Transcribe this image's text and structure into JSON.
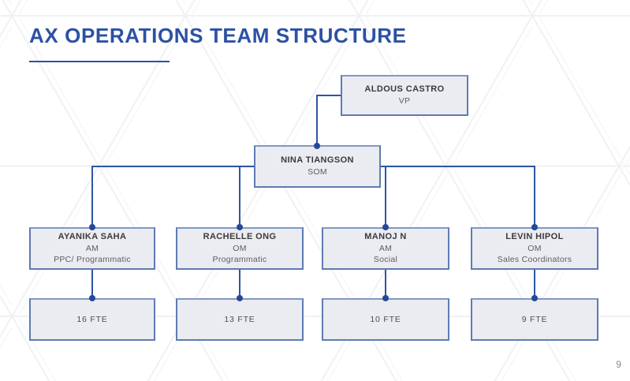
{
  "slide": {
    "title": "AX OPERATIONS TEAM STRUCTURE",
    "page_number": "9"
  },
  "colors": {
    "accent_blue": "#2c51a3",
    "connector_blue": "#2e55a5",
    "dot_blue": "#24489a",
    "box_fill": "#ebecf1",
    "box_border": "#5f7ab3",
    "name_text": "#3a3a3c",
    "role_text": "#5d5d61",
    "pattern_line": "#f0f1f4"
  },
  "org_chart": {
    "root": {
      "name": "ALDOUS CASTRO",
      "role": "VP"
    },
    "manager": {
      "name": "NINA TIANGSON",
      "role": "SOM"
    },
    "teams": [
      {
        "name": "AYANIKA SAHA",
        "role": "AM",
        "team": "PPC/ Programmatic",
        "fte": "16 FTE"
      },
      {
        "name": "RACHELLE ONG",
        "role": "OM",
        "team": "Programmatic",
        "fte": "13 FTE"
      },
      {
        "name": "MANOJ N",
        "role": "AM",
        "team": "Social",
        "fte": "10 FTE"
      },
      {
        "name": "LEVIN HIPOL",
        "role": "OM",
        "team": "Sales Coordinators",
        "fte": "9 FTE"
      }
    ]
  }
}
